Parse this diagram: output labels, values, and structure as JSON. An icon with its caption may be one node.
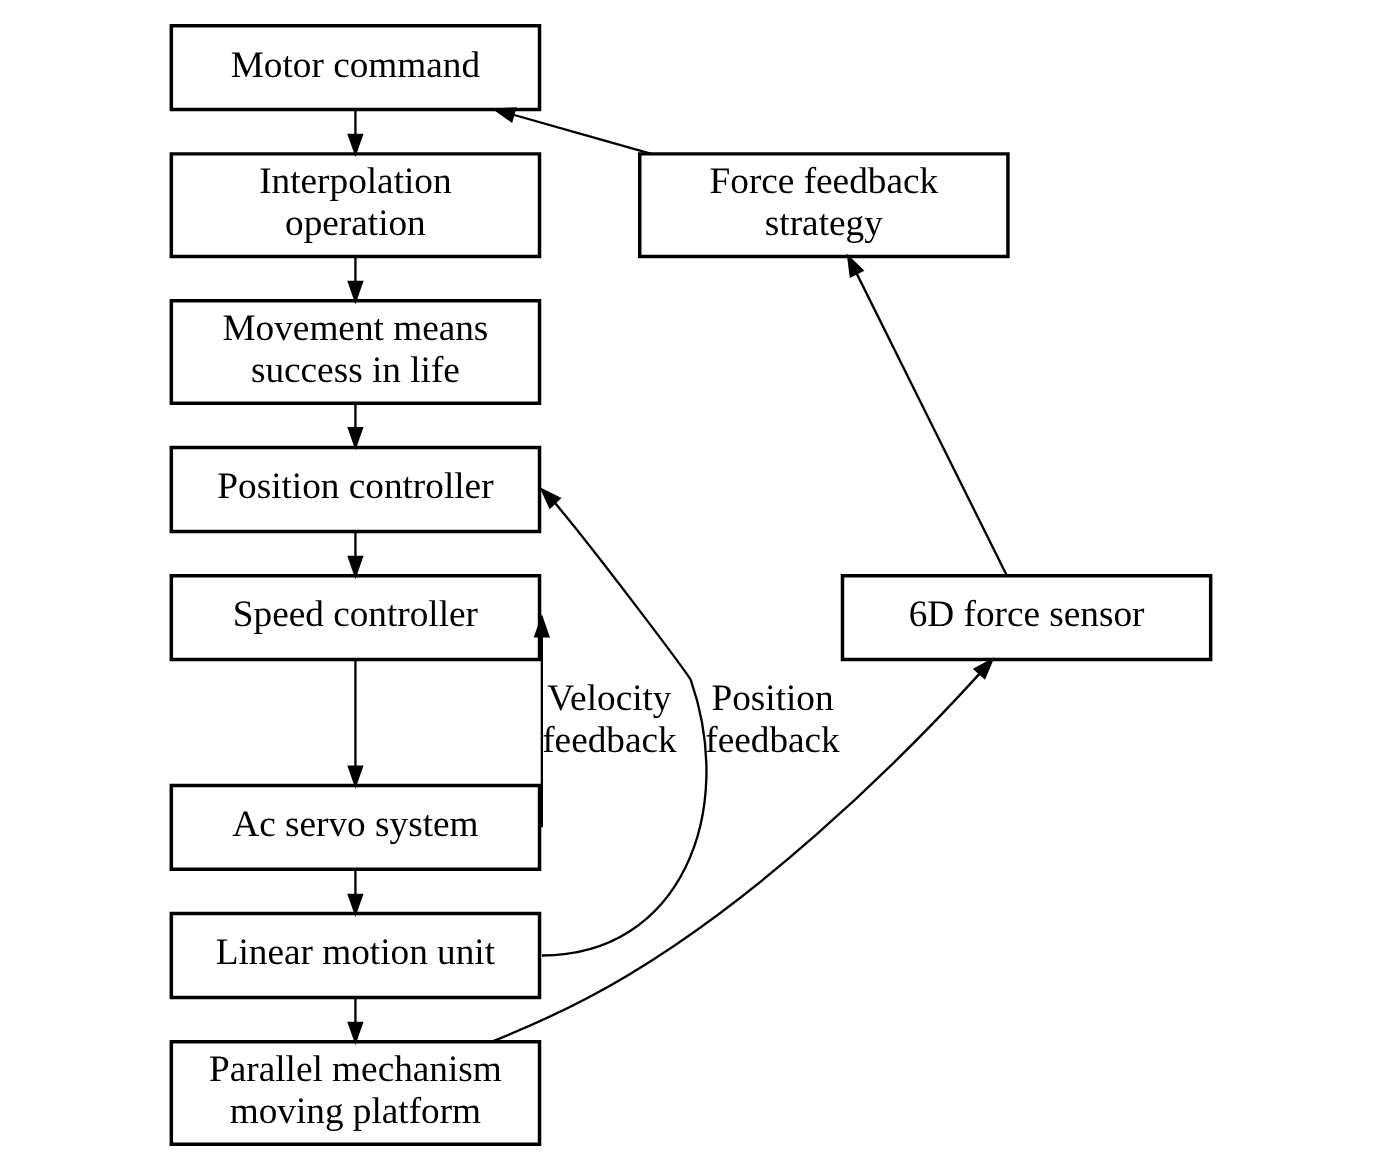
{
  "diagram": {
    "nodes": [
      {
        "text": [
          "Motor command"
        ]
      },
      {
        "text": [
          "Interpolation operation"
        ]
      },
      {
        "text": [
          "Movement means success in life"
        ]
      },
      {
        "text": [
          "Position controller"
        ]
      },
      {
        "text": [
          "Speed controller"
        ]
      },
      {
        "text": [
          "Ac servo system"
        ]
      },
      {
        "text": [
          "Linear motion unit"
        ]
      },
      {
        "text": [
          "Parallel mechanism moving platform"
        ]
      },
      {
        "text": [
          "Force feedback strategy"
        ]
      },
      {
        "text": [
          "6D force sensor"
        ]
      }
    ],
    "edges": [
      {
        "from": 0,
        "to": 1,
        "arrow": "to"
      },
      {
        "from": 1,
        "to": 2,
        "arrow": "to"
      },
      {
        "from": 2,
        "to": 3,
        "arrow": "to"
      },
      {
        "from": 3,
        "to": 4,
        "arrow": "to"
      },
      {
        "from": 4,
        "to": 5,
        "arrow": "to"
      },
      {
        "from": 5,
        "to": 6,
        "arrow": "to"
      },
      {
        "from": 6,
        "to": 7,
        "arrow": "to"
      },
      {
        "from": 7,
        "to": 9,
        "arrow": "to"
      },
      {
        "from": 9,
        "to": 8,
        "arrow": "to"
      },
      {
        "from": 8,
        "to": 0,
        "arrow": "to"
      },
      {
        "from": 5,
        "to": 4,
        "arrow": "to",
        "label": "Velocity feedback"
      },
      {
        "from": 6,
        "to": 3,
        "arrow": "to",
        "label": "Position feedback"
      }
    ]
  }
}
